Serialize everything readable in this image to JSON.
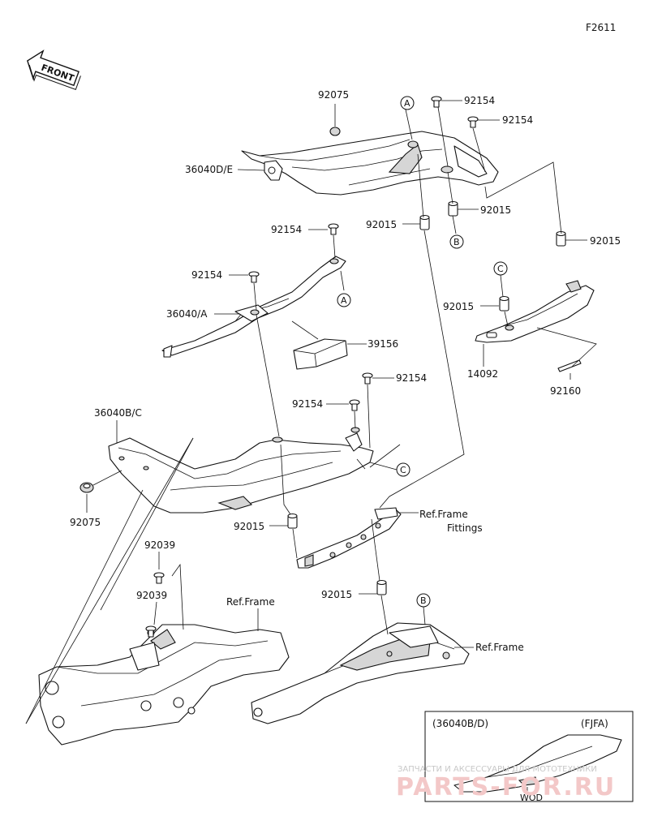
{
  "figure_code": "F2611",
  "front_label": "FRONT",
  "callouts": [
    "A",
    "B",
    "C"
  ],
  "part_labels": {
    "p92075_top": "92075",
    "p36040de": "36040D/E",
    "p92154_a": "92154",
    "p92154_b": "92154",
    "p92015_a": "92015",
    "p92015_b": "92015",
    "p92015_c": "92015",
    "p92154_c": "92154",
    "p92154_d": "92154",
    "p36040a": "36040/A",
    "p39156": "39156",
    "p92015_d": "92015",
    "p14092": "14092",
    "p92160": "92160",
    "p92154_e": "92154",
    "p92154_f": "92154",
    "p36040bc": "36040B/C",
    "p92075_bot": "92075",
    "p92015_e": "92015",
    "p92039_a": "92039",
    "p92039_b": "92039",
    "p92015_f": "92015",
    "ref_frame_fittings_1": "Ref.Frame",
    "ref_frame_fittings_2": "Fittings",
    "ref_frame_left": "Ref.Frame",
    "ref_frame_right": "Ref.Frame"
  },
  "inset": {
    "left_label": "(36040B/D)",
    "right_label": "(FJFA)",
    "bottom_label": "WOD"
  },
  "watermark": {
    "line1": "ЗАПЧАСТИ И АКСЕССУАРЫ ДЛЯ МОТОТЕХНИКИ",
    "line2": "PARTS-FOR.RU"
  }
}
